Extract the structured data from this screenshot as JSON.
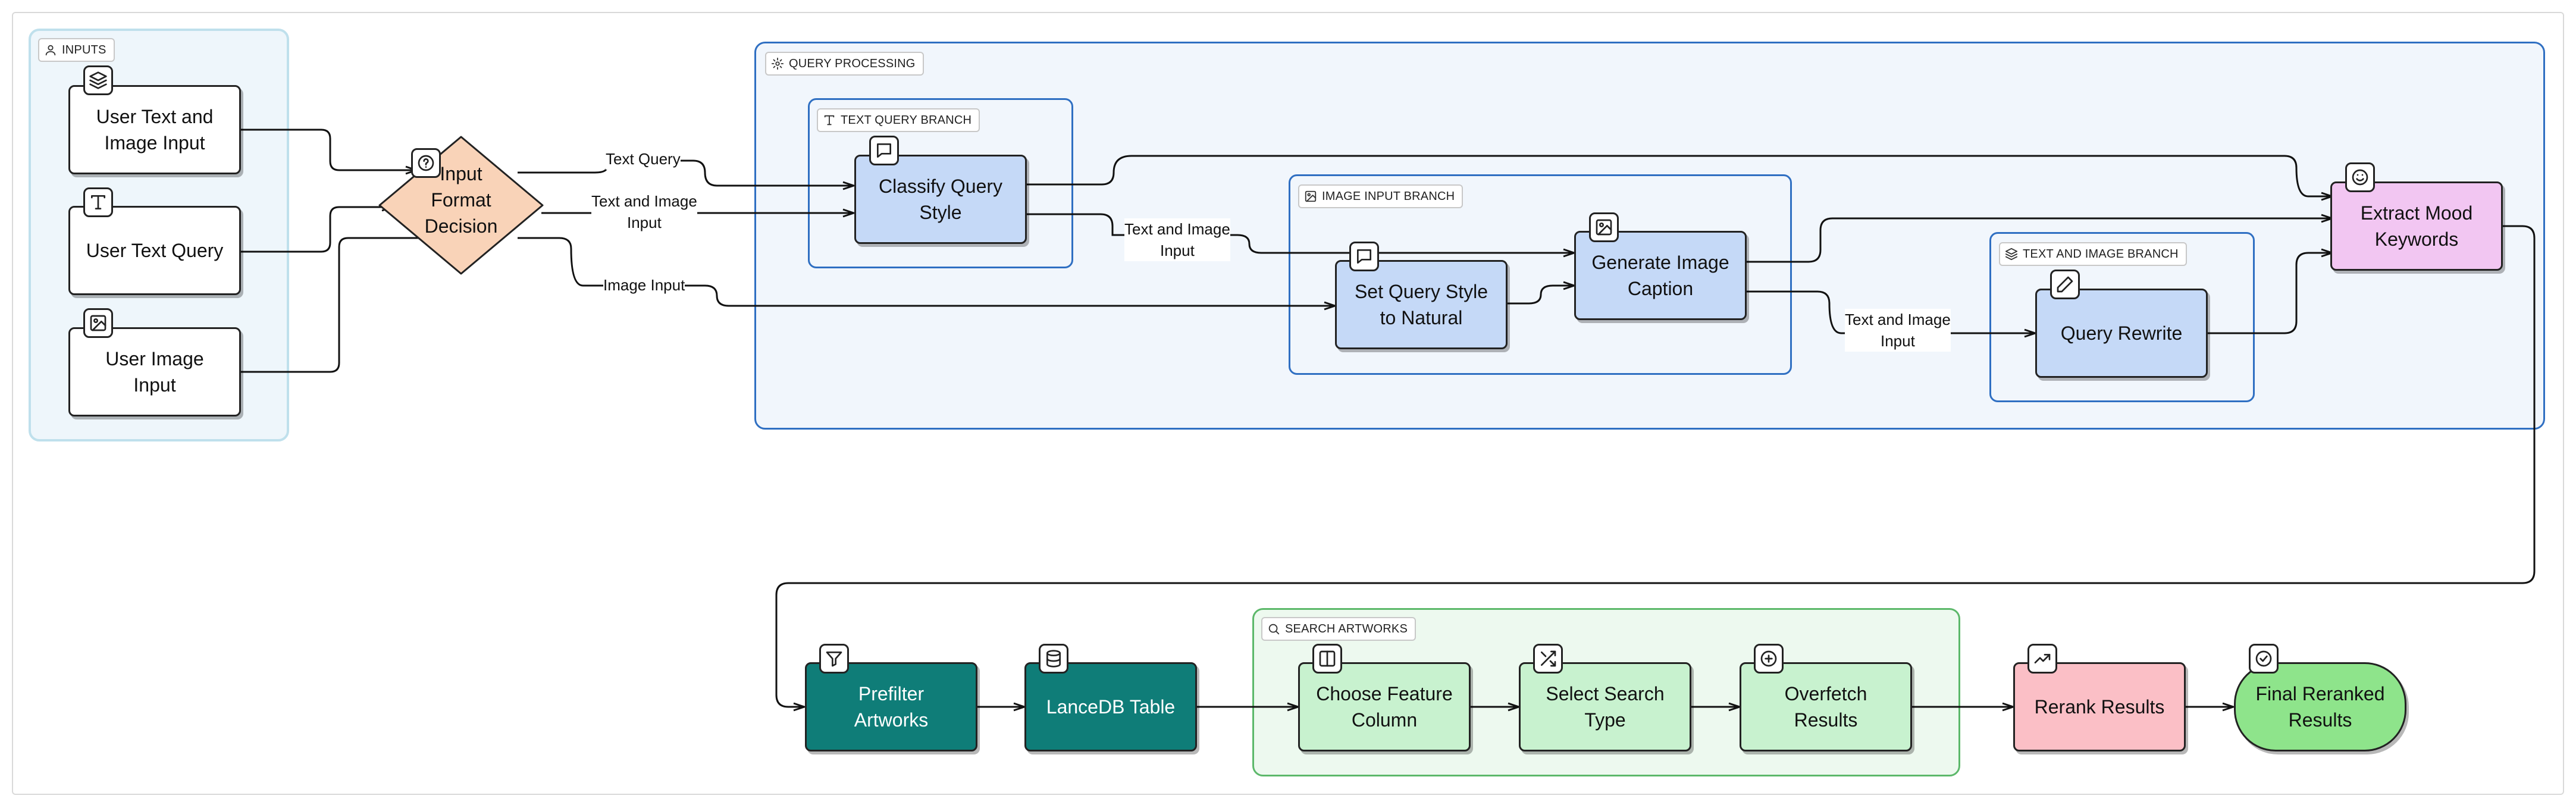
{
  "groups": {
    "inputs": "INPUTS",
    "query_processing": "QUERY PROCESSING",
    "text_query_branch": "TEXT QUERY BRANCH",
    "image_input_branch": "IMAGE INPUT BRANCH",
    "text_and_image_branch": "TEXT AND IMAGE BRANCH",
    "search_artworks": "SEARCH ARTWORKS"
  },
  "nodes": {
    "user_text_image": [
      "User Text and",
      "Image Input"
    ],
    "user_text_query": [
      "User Text Query"
    ],
    "user_image_input": [
      "User Image",
      "Input"
    ],
    "decision": [
      "Input",
      "Format",
      "Decision"
    ],
    "classify": [
      "Classify Query",
      "Style"
    ],
    "set_natural": [
      "Set Query Style",
      "to Natural"
    ],
    "generate_caption": [
      "Generate Image",
      "Caption"
    ],
    "query_rewrite": [
      "Query Rewrite"
    ],
    "extract_mood": [
      "Extract Mood",
      "Keywords"
    ],
    "prefilter": [
      "Prefilter",
      "Artworks"
    ],
    "lancedb": [
      "LanceDB Table"
    ],
    "choose_feature": [
      "Choose Feature",
      "Column"
    ],
    "select_search": [
      "Select Search",
      "Type"
    ],
    "overfetch": [
      "Overfetch",
      "Results"
    ],
    "rerank": [
      "Rerank Results"
    ],
    "final": [
      "Final Reranked",
      "Results"
    ]
  },
  "edge_labels": {
    "text_query": [
      "Text Query"
    ],
    "text_and_image_1": [
      "Text and Image",
      "Input"
    ],
    "image_input": [
      "Image Input"
    ],
    "text_and_image_2": [
      "Text and Image",
      "Input"
    ],
    "text_and_image_3": [
      "Text and Image",
      "Input"
    ]
  },
  "icons": {
    "inputs": "user-icon",
    "query_processing": "gear-icon",
    "text_query_branch": "text-icon",
    "image_input_branch": "image-icon",
    "text_and_image_branch": "layers-icon",
    "search_artworks": "search-icon",
    "user_text_image": "layers-icon",
    "user_text_query": "text-icon",
    "user_image_input": "image-icon",
    "decision": "help-circle-icon",
    "classify": "message-icon",
    "set_natural": "message-icon",
    "generate_caption": "image-icon",
    "query_rewrite": "pencil-icon",
    "extract_mood": "smile-icon",
    "prefilter": "filter-icon",
    "lancedb": "database-icon",
    "choose_feature": "columns-icon",
    "select_search": "shuffle-icon",
    "overfetch": "plus-circle-icon",
    "rerank": "trending-up-icon",
    "final": "check-circle-icon"
  },
  "colors": {
    "query_node": "#c5d9f7",
    "decision": "#f9d3b8",
    "mood": "#f2c6f2",
    "teal": "#0f7d78",
    "search_node": "#c8f2cf",
    "rerank": "#fbbfc6",
    "final": "#8ee48b",
    "group_blue": "#2f6fc2",
    "group_green": "#5cb86a"
  }
}
